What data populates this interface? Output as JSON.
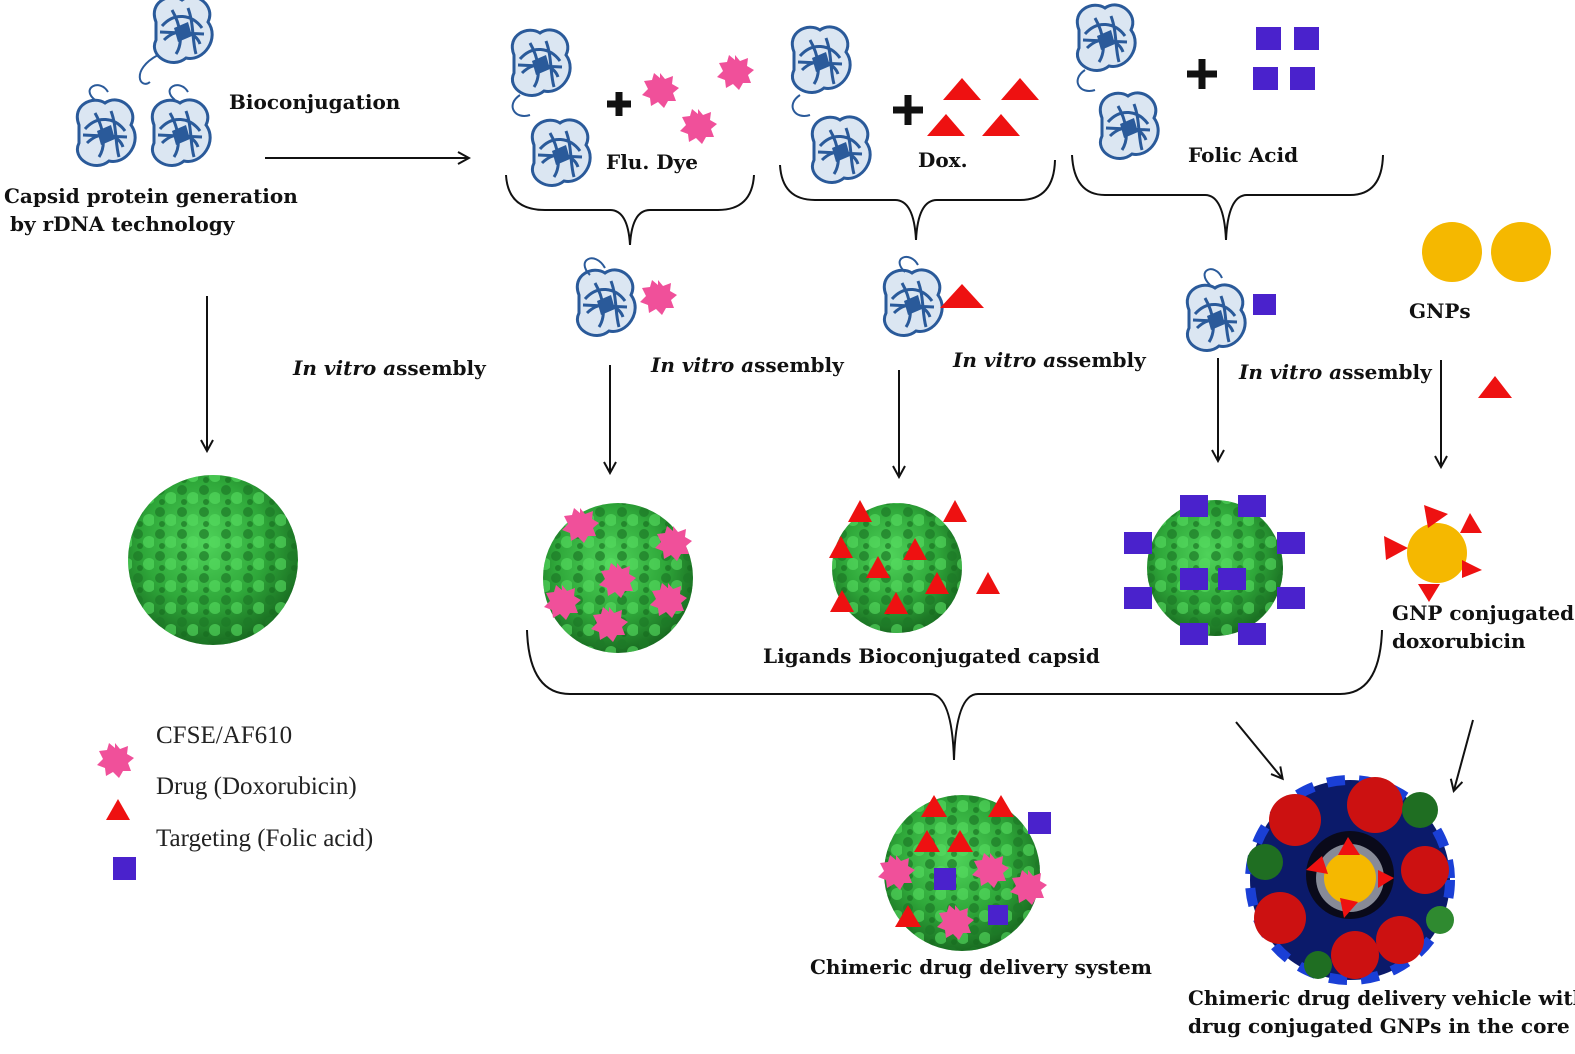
{
  "labels": {
    "capsid_generation_line1": "Capsid protein generation",
    "capsid_generation_line2": "by rDNA technology",
    "bioconjugation": "Bioconjugation",
    "flu_dye": "Flu. Dye",
    "dox": "Dox.",
    "folic_acid": "Folic Acid",
    "gnps": "GNPs",
    "in_vitro_italic": "In vitro",
    "assembly_a": "a",
    "assembly_rest": "ssembly",
    "ligands_bioconjugated": "Ligands Bioconjugated capsid",
    "gnp_conjugated_line1": "GNP conjugated",
    "gnp_conjugated_line2": "doxorubicin",
    "chimeric_system": "Chimeric drug delivery system",
    "chimeric_vehicle_line1": "Chimeric drug delivery vehicle with",
    "chimeric_vehicle_line2": "drug conjugated GNPs in the core"
  },
  "legend": [
    {
      "symbol": "pink-star",
      "label": "CFSE/AF610"
    },
    {
      "symbol": "red-triangle",
      "label": "Drug (Doxorubicin)"
    },
    {
      "symbol": "blue-square",
      "label": "Targeting (Folic acid)"
    }
  ],
  "colors": {
    "dye": "#f0509a",
    "drug": "#ee1111",
    "folate": "#4a22cc",
    "gold": "#f5b800",
    "capsid_dark": "#1f7f2a",
    "capsid_light": "#3cc24a",
    "protein": "#2a5a9a"
  }
}
